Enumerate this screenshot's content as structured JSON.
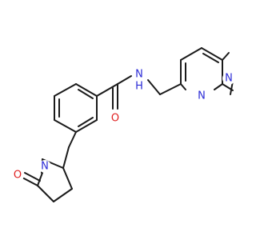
{
  "molecule": {
    "atoms": [
      {
        "id": "o1",
        "symbol": "O",
        "color": "#e02020"
      },
      {
        "id": "n_amide",
        "symbol": "N",
        "color": "#2b2bd6"
      },
      {
        "id": "h_amide",
        "symbol": "H",
        "color": "#2b2bd6"
      },
      {
        "id": "n_pyrrolidinone",
        "symbol": "N",
        "color": "#2b2bd6"
      },
      {
        "id": "o2",
        "symbol": "O",
        "color": "#e02020"
      },
      {
        "id": "n_imid_top",
        "symbol": "N",
        "color": "#2b2bd6"
      },
      {
        "id": "n_bridge",
        "symbol": "N",
        "color": "#2b2bd6"
      }
    ],
    "colors": {
      "carbon_bond": "#1a1a1a",
      "nitrogen": "#2b2bd6",
      "oxygen": "#e02020"
    }
  }
}
